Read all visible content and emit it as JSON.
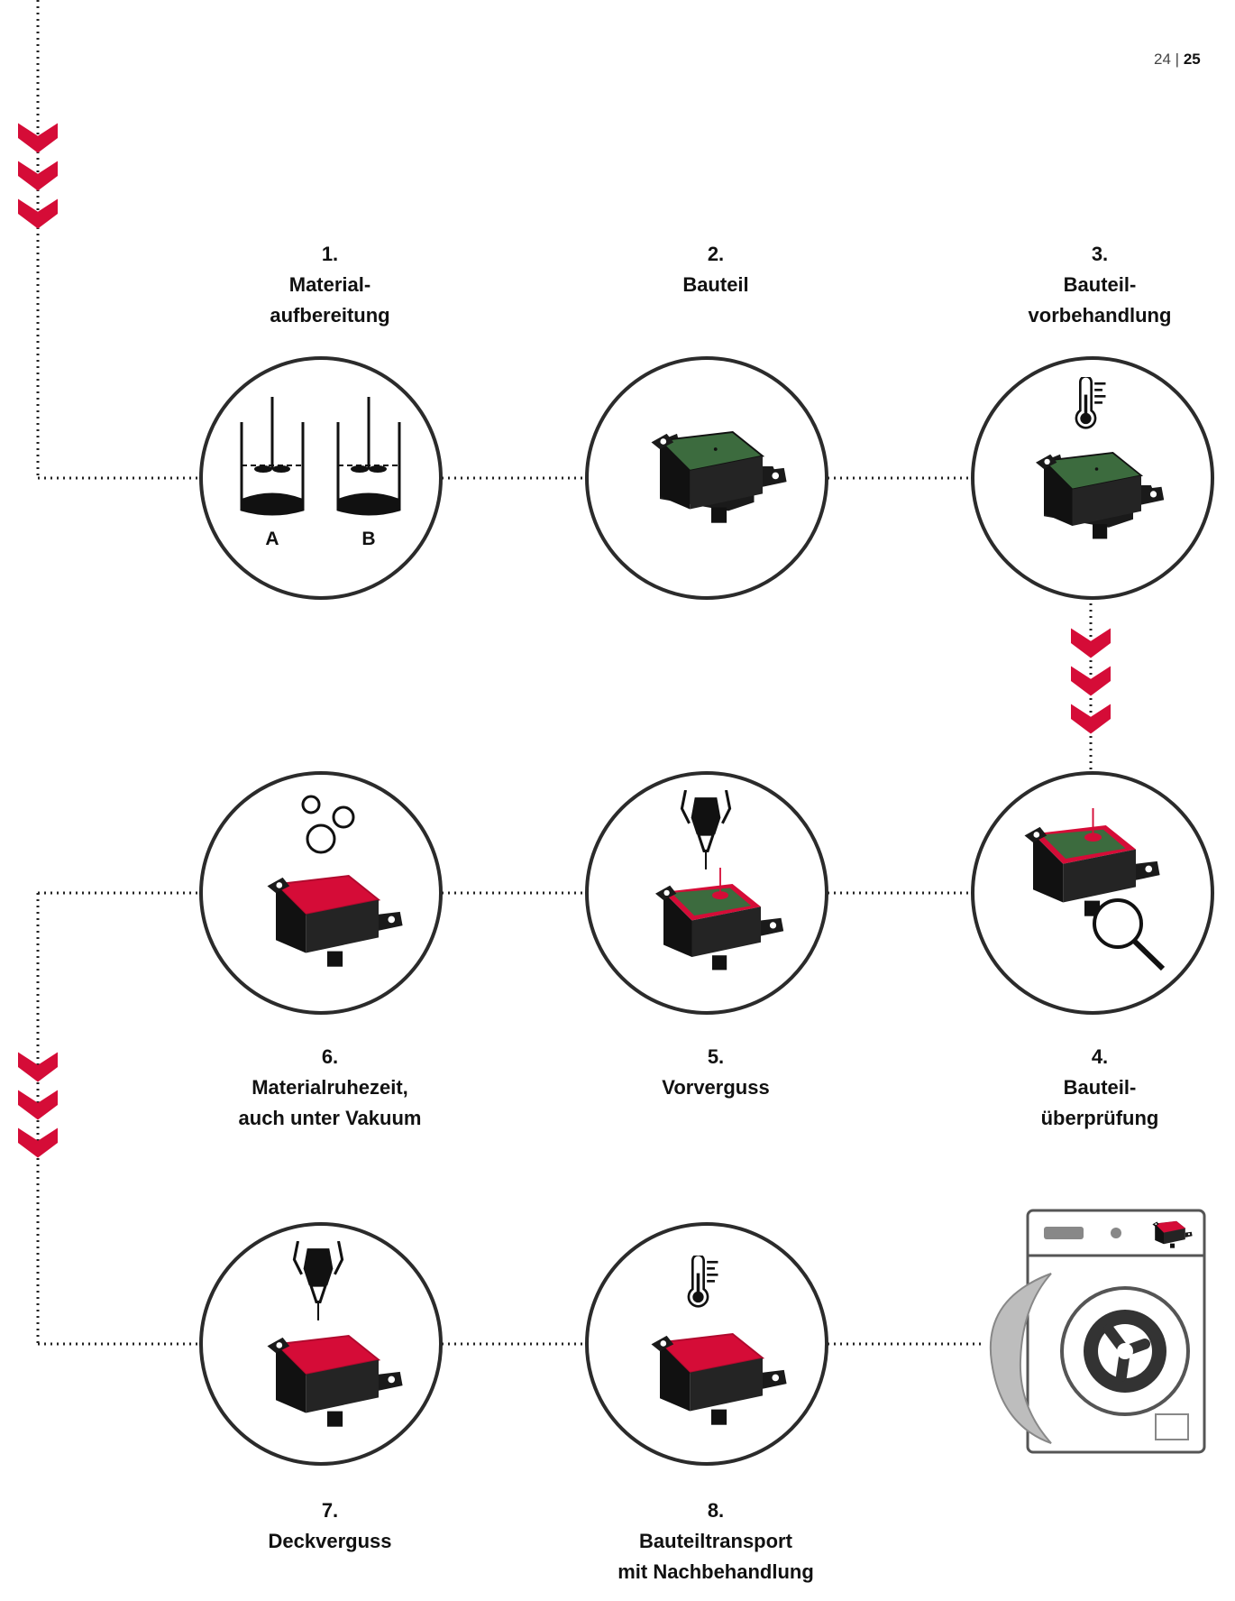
{
  "page_number": {
    "left": "24",
    "separator": "|",
    "current": "25"
  },
  "steps": [
    {
      "number": "1.",
      "lines": [
        "Material-",
        "aufbereitung"
      ],
      "icon": "mixing-tanks-icon",
      "tank_labels": [
        "A",
        "B"
      ]
    },
    {
      "number": "2.",
      "lines": [
        "Bauteil"
      ],
      "icon": "component-housing-icon"
    },
    {
      "number": "3.",
      "lines": [
        "Bauteil-",
        "vorbehandlung"
      ],
      "icon": "thermometer-component-icon"
    },
    {
      "number": "4.",
      "lines": [
        "Bauteil-",
        "überprüfung"
      ],
      "icon": "magnifier-component-icon"
    },
    {
      "number": "5.",
      "lines": [
        "Vorverguss"
      ],
      "icon": "dispenser-component-icon"
    },
    {
      "number": "6.",
      "lines": [
        "Materialruhezeit,",
        "auch unter Vakuum"
      ],
      "icon": "bubbles-component-icon"
    },
    {
      "number": "7.",
      "lines": [
        "Deckverguss"
      ],
      "icon": "dispenser-filled-component-icon"
    },
    {
      "number": "8.",
      "lines": [
        "Bauteiltransport",
        "mit Nachbehandlung"
      ],
      "icon": "thermometer-filled-component-icon"
    }
  ],
  "final_icon": "washing-machine-icon",
  "colors": {
    "accent": "#d50c37",
    "pcb": "#3c6b3e",
    "housing": "#1a1a1a",
    "outline": "#2b2b2b",
    "connector": "#222222"
  }
}
